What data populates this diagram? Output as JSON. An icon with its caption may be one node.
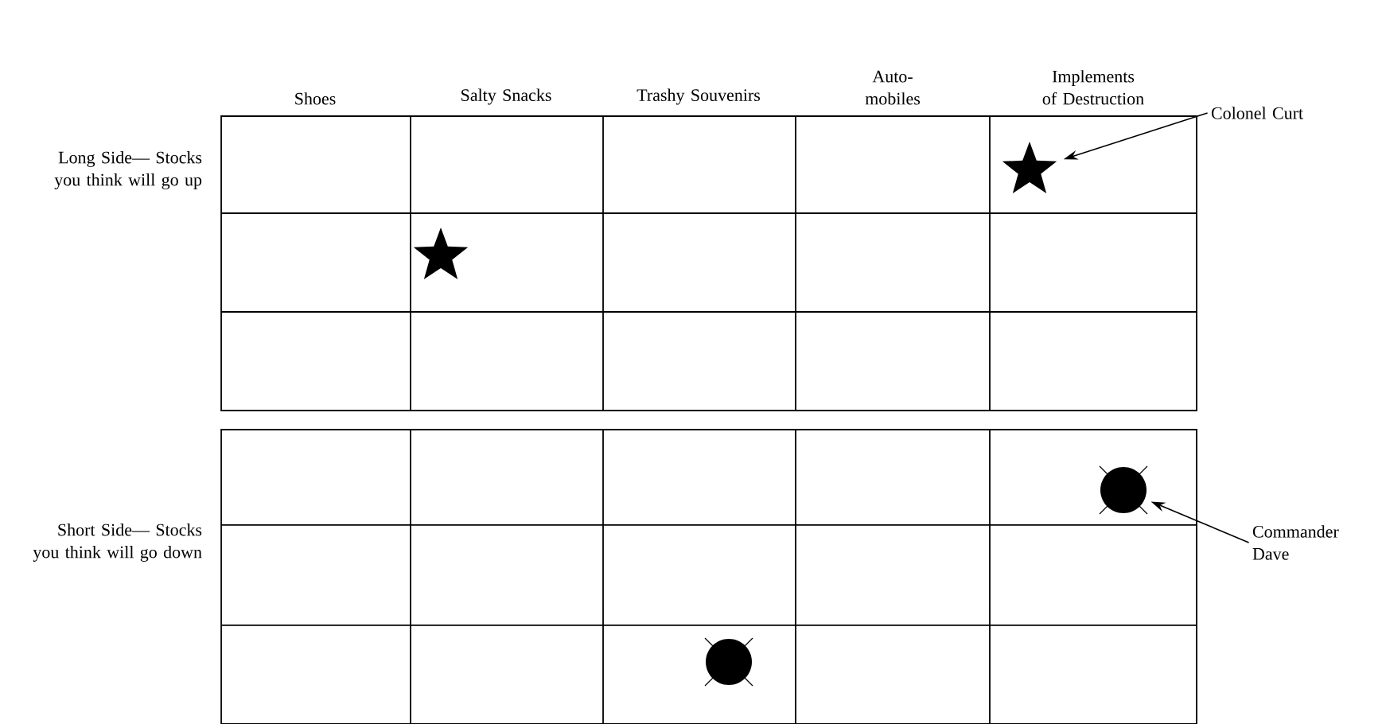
{
  "diagram": {
    "nodes": [
      {
        "text": [
          "Colonel Curt"
        ]
      },
      {
        "text": [],
        "shape": "star"
      },
      {
        "text": [],
        "shape": "star"
      },
      {
        "text": [
          "Commander Dave"
        ]
      },
      {
        "text": [],
        "shape": "circle"
      },
      {
        "text": [],
        "shape": "circle"
      }
    ],
    "edges": [
      {
        "from": 0,
        "to": 1,
        "arrow": "to"
      },
      {
        "from": 3,
        "to": 4,
        "arrow": "to"
      }
    ],
    "labels": [
      "Shoes",
      "Salty Snacks",
      "Trashy Souvenirs",
      "Auto- mobiles",
      "Implements of Destruction",
      "Long Side— Stocks you think will go up",
      "Short Side— Stocks you think will go down"
    ]
  }
}
